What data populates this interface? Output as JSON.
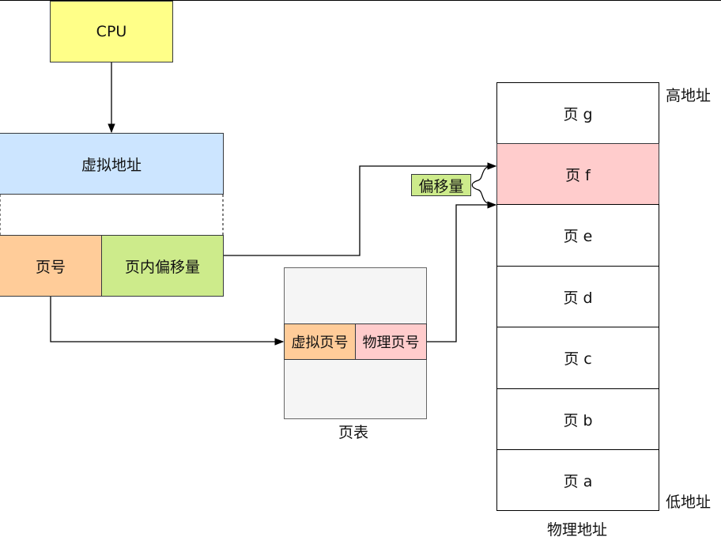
{
  "cpu": {
    "label": "CPU"
  },
  "virtual_address": {
    "label": "虚拟地址",
    "page_number": "页号",
    "page_offset": "页内偏移量"
  },
  "page_table": {
    "virtual_page": "虚拟页号",
    "physical_page": "物理页号",
    "caption": "页表"
  },
  "offset_tag": "偏移量",
  "physical_memory": {
    "caption": "物理地址",
    "high_label": "高地址",
    "low_label": "低地址",
    "pages": [
      "页 g",
      "页 f",
      "页 e",
      "页 d",
      "页 c",
      "页 b",
      "页 a"
    ]
  },
  "colors": {
    "cpu_fill": "#ffff88",
    "cpu_border": "#36393d",
    "virtual_address_fill": "#cce5ff",
    "page_number_fill": "#ffcc99",
    "page_offset_fill": "#cdeb8b",
    "physical_page_fill": "#ffcccc",
    "page_table_fill": "#f5f5f5",
    "highlight_page_fill": "#ffcccc"
  }
}
